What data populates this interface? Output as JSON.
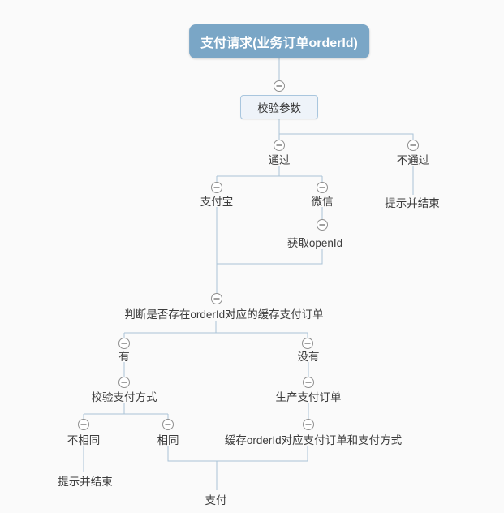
{
  "diagram": {
    "root": {
      "label": "支付请求(业务订单orderId)"
    },
    "nodes": {
      "validate": "校验参数",
      "pass": "通过",
      "fail": "不通过",
      "fail_end": "提示并结束",
      "alipay": "支付宝",
      "wechat": "微信",
      "openid": "获取openId",
      "judge": "判断是否存在orderId对应的缓存支付订单",
      "has": "有",
      "none": "没有",
      "verify_method": "校验支付方式",
      "create_order": "生产支付订单",
      "not_same": "不相同",
      "same": "相同",
      "cache": "缓存orderId对应支付订单和支付方式",
      "tip_end": "提示并结束",
      "pay": "支付"
    },
    "colors": {
      "background": "#fafafa",
      "line": "#a9c3d7",
      "root_fill": "#7aa6c6",
      "root_text": "#ffffff",
      "box_fill": "#eef3f9",
      "box_border": "#a9c6de",
      "toggle_border": "#8f8f8f",
      "toggle_dash": "#606060",
      "text": "#3d3d3d"
    }
  }
}
